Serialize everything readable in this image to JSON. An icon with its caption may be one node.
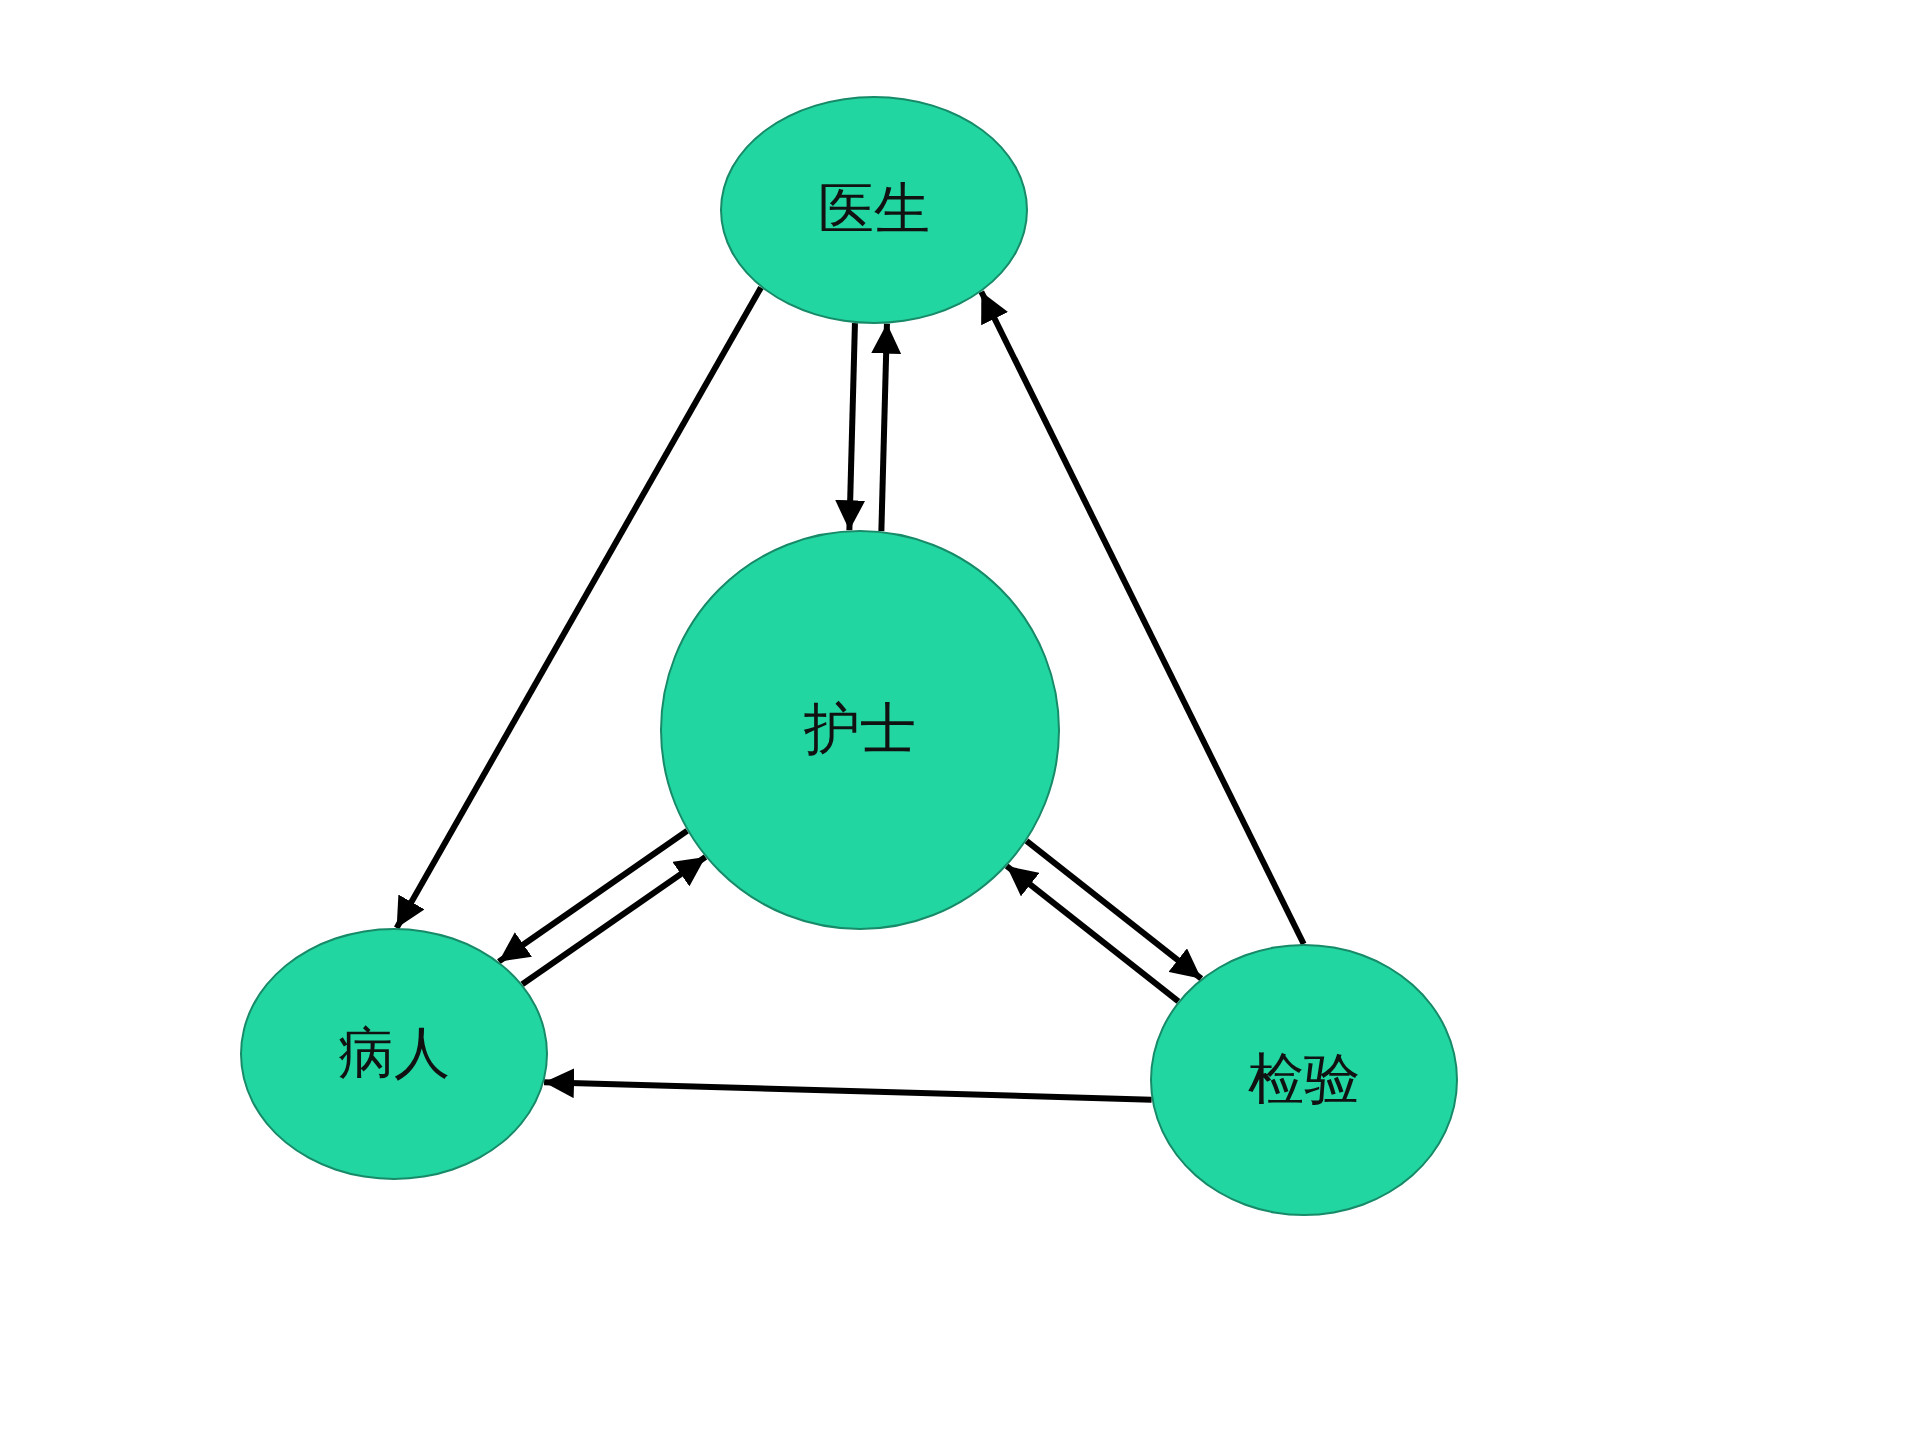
{
  "diagram": {
    "nodes": [
      {
        "text": [
          "医生"
        ]
      },
      {
        "text": [
          "护士"
        ]
      },
      {
        "text": [
          "病人"
        ]
      },
      {
        "text": [
          "检验"
        ]
      }
    ],
    "edges": [
      {
        "from": 0,
        "to": 2,
        "arrow": "to"
      },
      {
        "from": 0,
        "to": 1,
        "arrow": "to"
      },
      {
        "from": 1,
        "to": 0,
        "arrow": "to"
      },
      {
        "from": 1,
        "to": 2,
        "arrow": "to"
      },
      {
        "from": 2,
        "to": 1,
        "arrow": "to"
      },
      {
        "from": 1,
        "to": 3,
        "arrow": "to"
      },
      {
        "from": 3,
        "to": 1,
        "arrow": "to"
      },
      {
        "from": 3,
        "to": 0,
        "arrow": "to"
      },
      {
        "from": 3,
        "to": 2,
        "arrow": "to"
      }
    ]
  }
}
